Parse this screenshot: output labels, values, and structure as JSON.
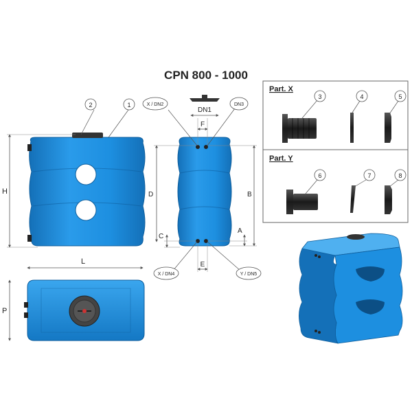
{
  "title": "CPN 800 - 1000",
  "callouts": {
    "c1": "1",
    "c2": "2",
    "c3": "3",
    "c4": "4",
    "c5": "5",
    "c6": "6",
    "c7": "7",
    "c8": "8"
  },
  "ports": {
    "x_dn2": "X / DN2",
    "dn3": "DN3",
    "x_dn4": "X / DN4",
    "y_dn5": "Y / DN5"
  },
  "dimensions": {
    "h": "H",
    "l": "L",
    "p": "P",
    "d": "D",
    "b": "B",
    "c": "C",
    "a": "A",
    "e": "E",
    "f": "F",
    "dn1": "DN1"
  },
  "panels": {
    "part_x": "Part. X",
    "part_y": "Part. Y"
  },
  "colors": {
    "tank_blue": "#1d8fe0",
    "tank_blue_dark": "#1470b8",
    "tank_blue_light": "#4fb0f0",
    "part_black": "#1a1a1a",
    "line": "#555555"
  }
}
